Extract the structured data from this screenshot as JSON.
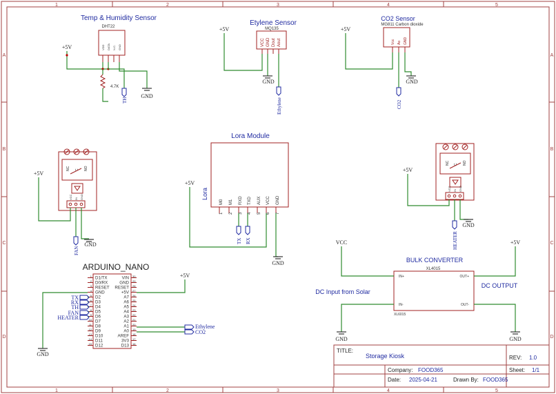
{
  "grid": {
    "columns": [
      "1",
      "2",
      "3",
      "4",
      "5"
    ],
    "rows": [
      "A",
      "B",
      "C",
      "D"
    ]
  },
  "sensors": {
    "dht": {
      "title": "Temp & Humidity Sensor",
      "part": "DHT22",
      "pins": [
        "VDD",
        "DATA",
        "N.C.",
        "GND"
      ],
      "resistor": "4.7K",
      "net": "TH",
      "supply": "+5V",
      "ground": "GND"
    },
    "ethylene": {
      "title": "Etylene Sensor",
      "part": "MQ135",
      "pins": [
        "VCC",
        "GND",
        "Dout",
        "Aout"
      ],
      "net": "Ethylene",
      "supply": "+5V",
      "ground": "GND"
    },
    "co2": {
      "title": "CO2 Sensor",
      "part": "MG811 Carbon dioxide",
      "pins": [
        "Vcc",
        "Ao",
        "GND"
      ],
      "net": "CO2",
      "supply": "+5V",
      "ground": "GND"
    }
  },
  "relay_left": {
    "contacts": [
      "NC",
      "C",
      "NO"
    ],
    "pins": [
      "VCC",
      "IN",
      "GND"
    ],
    "net": "FAN",
    "supply": "+5V",
    "ground": "GND"
  },
  "relay_right": {
    "contacts": [
      "NC",
      "C",
      "NO"
    ],
    "pins": [
      "VCC",
      "IN",
      "GND"
    ],
    "net": "HEATER",
    "supply": "+5V",
    "ground": "GND"
  },
  "lora": {
    "title": "Lora Module",
    "side_label": "Lora",
    "pins": [
      {
        "num": "1",
        "name": "M0"
      },
      {
        "num": "2",
        "name": "M1"
      },
      {
        "num": "3",
        "name": "RXD"
      },
      {
        "num": "4",
        "name": "TXD"
      },
      {
        "num": "5",
        "name": "AUX"
      },
      {
        "num": "6",
        "name": "VCC"
      },
      {
        "num": "7",
        "name": "GND"
      }
    ],
    "nets": [
      "TX",
      "RX"
    ],
    "supply": "+5V",
    "ground": "GND"
  },
  "arduino": {
    "title": "ARDUINO_NANO",
    "left_pins": [
      "D1/TX",
      "D0/RX",
      "RESET",
      "GND",
      "D2",
      "D3",
      "D4",
      "D5",
      "D6",
      "D7",
      "D8",
      "D9",
      "D10",
      "D11",
      "D12"
    ],
    "right_pins": [
      "VIN",
      "GND",
      "RESET",
      "+5V",
      "A7",
      "A6",
      "A5",
      "A4",
      "A3",
      "A2",
      "A1",
      "A0",
      "AREF",
      "3V3",
      "D13"
    ],
    "left_nums": [
      "1",
      "2",
      "3",
      "4",
      "5",
      "6",
      "7",
      "8",
      "9",
      "10",
      "11",
      "12",
      "13",
      "14",
      "15"
    ],
    "right_nums": [
      "30",
      "29",
      "28",
      "27",
      "26",
      "25",
      "24",
      "23",
      "22",
      "21",
      "20",
      "19",
      "18",
      "17",
      "16"
    ],
    "left_nets": [
      "TX",
      "RX",
      "TH",
      "FAN",
      "HEATER"
    ],
    "right_nets": [
      "Ethylene",
      "CO2"
    ],
    "supply": "+5V",
    "ground": "GND"
  },
  "converter": {
    "title": "BULK CONVERTER",
    "part": "XL4015",
    "part_ref": "XL6015",
    "pins": [
      "IN+",
      "OUT+",
      "IN-",
      "OUT-"
    ],
    "input_label": "DC Input from Solar",
    "output_label": "DC OUTPUT",
    "vcc": "VCC",
    "supply": "+5V",
    "ground_left": "GND",
    "ground_right": "GND"
  },
  "title_block": {
    "title_label": "TITLE:",
    "title": "Storage Kiosk",
    "rev_label": "REV:",
    "rev": "1.0",
    "company_label": "Company:",
    "company": "FOOD365",
    "sheet_label": "Sheet:",
    "sheet": "1/1",
    "date_label": "Date:",
    "date": "2025-04-21",
    "drawn_label": "Drawn By:",
    "drawn": "FOOD365"
  },
  "colors": {
    "wire": "#2e8b2e",
    "part": "#a02020",
    "text": "#1f2aa0",
    "frame": "#a04040"
  }
}
